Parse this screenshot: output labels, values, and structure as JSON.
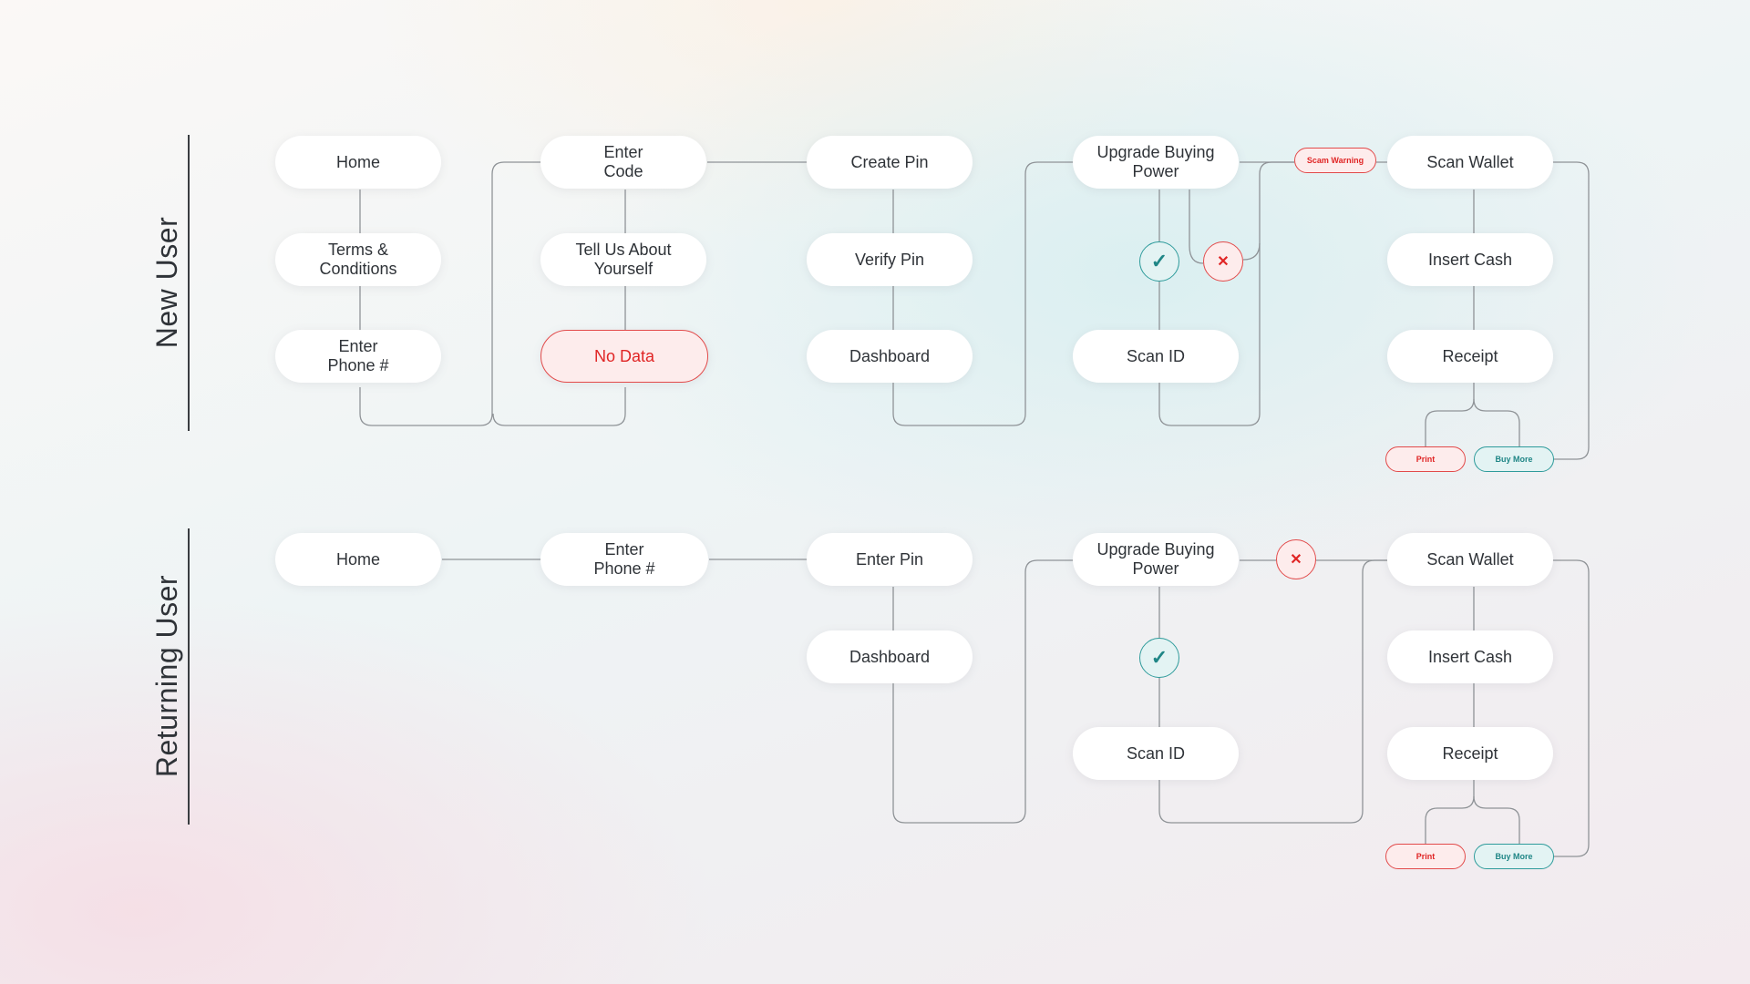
{
  "lanes": {
    "new_user": "New User",
    "returning_user": "Returning User"
  },
  "new_user": {
    "home": "Home",
    "terms": "Terms &\nConditions",
    "enter_phone": "Enter\nPhone #",
    "enter_code": "Enter\nCode",
    "tell_us": "Tell Us About\nYourself",
    "no_data": "No Data",
    "create_pin": "Create Pin",
    "verify_pin": "Verify Pin",
    "dashboard": "Dashboard",
    "upgrade": "Upgrade Buying\nPower",
    "scan_id": "Scan ID",
    "scam_warning": "Scam Warning",
    "scan_wallet": "Scan Wallet",
    "insert_cash": "Insert Cash",
    "receipt": "Receipt",
    "print": "Print",
    "buy_more": "Buy More"
  },
  "returning_user": {
    "home": "Home",
    "enter_phone": "Enter\nPhone #",
    "enter_pin": "Enter Pin",
    "dashboard": "Dashboard",
    "upgrade": "Upgrade Buying\nPower",
    "scan_id": "Scan ID",
    "scan_wallet": "Scan Wallet",
    "insert_cash": "Insert Cash",
    "receipt": "Receipt",
    "print": "Print",
    "buy_more": "Buy More"
  },
  "icons": {
    "check": "✓",
    "cross": "✕"
  },
  "colors": {
    "error": "#e24a4a",
    "success": "#2e9b9b",
    "connector": "#8f9397"
  }
}
